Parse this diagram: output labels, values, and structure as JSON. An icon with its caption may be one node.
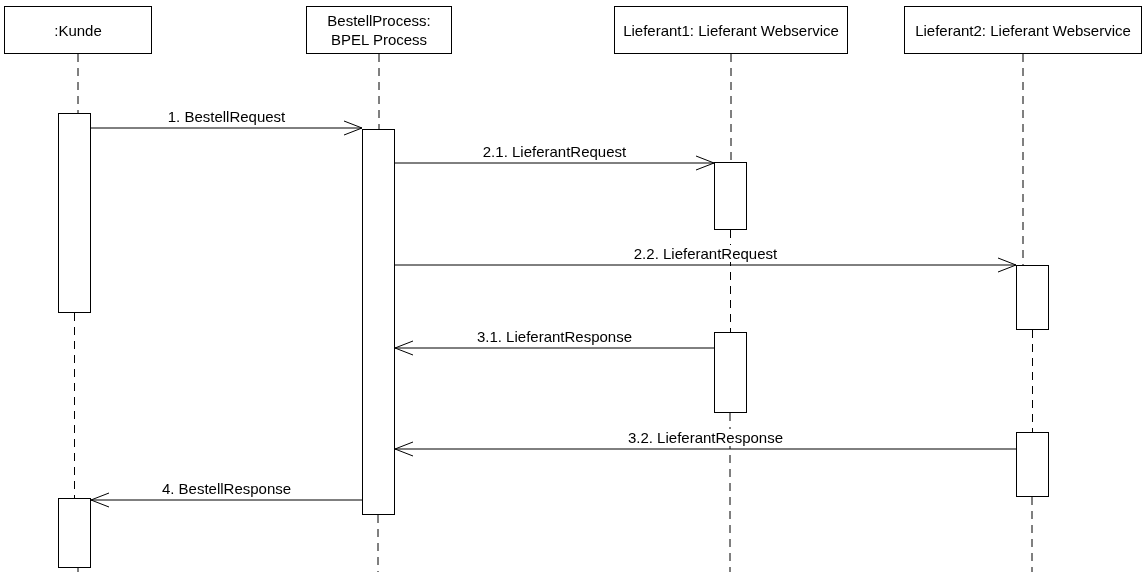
{
  "diagram": {
    "nodes": [
      {
        "text": [
          ":Kunde"
        ]
      },
      {
        "text": [
          "BestellProcess: BPEL Process"
        ]
      },
      {
        "text": [
          "Lieferant1: Lieferant Webservice"
        ]
      },
      {
        "text": [
          "Lieferant2: Lieferant Webservice"
        ]
      },
      {
        "text": [],
        "shape": "bar"
      },
      {
        "text": [],
        "shape": "bar"
      },
      {
        "text": [],
        "shape": "bar"
      },
      {
        "text": [],
        "shape": "bar"
      },
      {
        "text": [],
        "shape": "bar"
      },
      {
        "text": [],
        "shape": "bar"
      },
      {
        "text": [],
        "shape": "bar"
      }
    ],
    "edges": [
      {
        "from": 0,
        "to": 4,
        "arrow": "none",
        "style": "dashed"
      },
      {
        "from": 4,
        "to": 10,
        "arrow": "none",
        "style": "dashed"
      },
      {
        "from": 1,
        "to": 5,
        "arrow": "none",
        "style": "dashed"
      },
      {
        "from": 2,
        "to": 6,
        "arrow": "none",
        "style": "dashed"
      },
      {
        "from": 6,
        "to": 8,
        "arrow": "none",
        "style": "dashed"
      },
      {
        "from": 3,
        "to": 7,
        "arrow": "none",
        "style": "dashed"
      },
      {
        "from": 7,
        "to": 9,
        "arrow": "none",
        "style": "dashed"
      },
      {
        "from": 4,
        "to": 5,
        "arrow": "to",
        "label": "1. BestellRequest"
      },
      {
        "from": 5,
        "to": 6,
        "arrow": "to",
        "label": "2.1. LieferantRequest"
      },
      {
        "from": 5,
        "to": 7,
        "arrow": "to",
        "label": "2.2. LieferantRequest"
      },
      {
        "from": 8,
        "to": 5,
        "arrow": "to",
        "label": "3.1. LieferantResponse"
      },
      {
        "from": 9,
        "to": 5,
        "arrow": "to",
        "label": "3.2. LieferantResponse"
      },
      {
        "from": 5,
        "to": 10,
        "arrow": "to",
        "label": "4. BestellResponse"
      }
    ]
  }
}
